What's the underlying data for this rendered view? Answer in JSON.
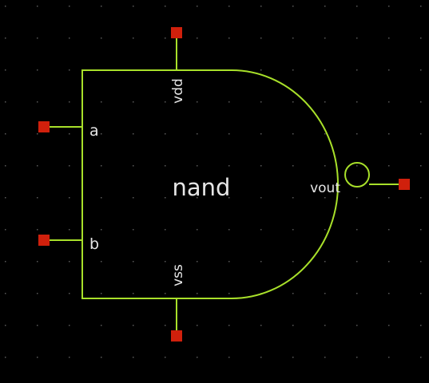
{
  "symbol": {
    "name": "nand",
    "pins": {
      "a": "a",
      "b": "b",
      "vdd": "vdd",
      "vss": "vss",
      "vout": "vout"
    }
  },
  "colors": {
    "background": "#000000",
    "grid_dot": "#5a5a5a",
    "outline": "#a8e02a",
    "pin_terminal": "#d0200c",
    "text": "#e6e6e6"
  }
}
